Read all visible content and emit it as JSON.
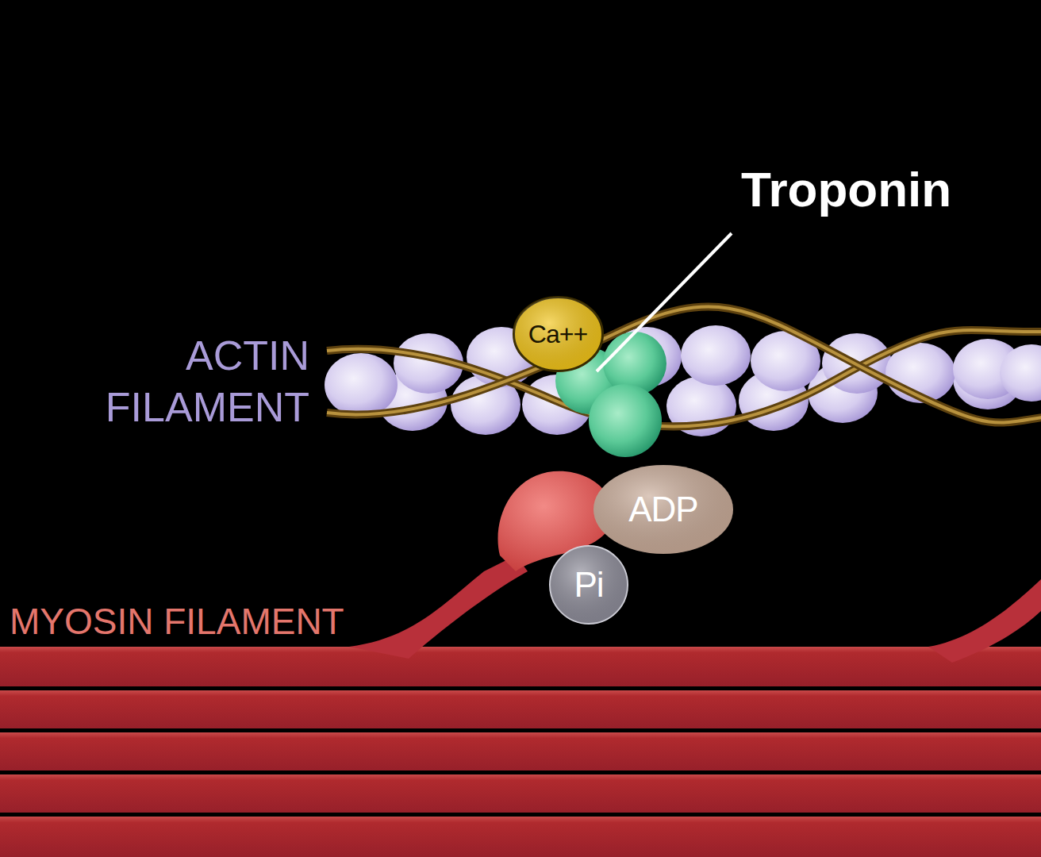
{
  "diagram": {
    "nodes": [
      {
        "text": [
          "Ca++"
        ]
      },
      {
        "text": [
          "ADP"
        ]
      },
      {
        "text": [
          "Pi"
        ]
      }
    ],
    "labels": [
      "Troponin",
      "ACTIN FILAMENT",
      "MYOSIN FILAMENT"
    ]
  }
}
